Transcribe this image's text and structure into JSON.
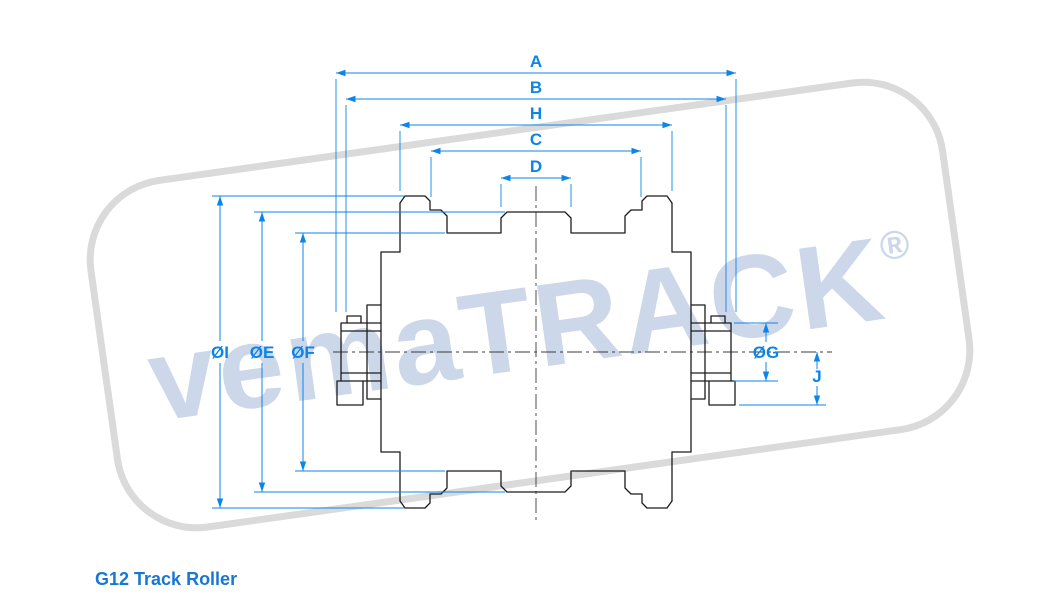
{
  "title": "G12 Track Roller",
  "watermark": {
    "name": "vemaTRACK",
    "registered": "®"
  },
  "colors": {
    "dimension_blue": "#0d85e8",
    "drawing_line": "#1c1c1c",
    "watermark_text": "#ccd8ea",
    "watermark_border": "#dadada",
    "title_blue": "#1877d2",
    "background": "#ffffff"
  },
  "dimensions": {
    "a": "A",
    "b": "B",
    "h": "H",
    "c": "C",
    "d": "D",
    "i": "ØI",
    "e": "ØE",
    "f": "ØF",
    "g": "ØG",
    "j": "J"
  }
}
